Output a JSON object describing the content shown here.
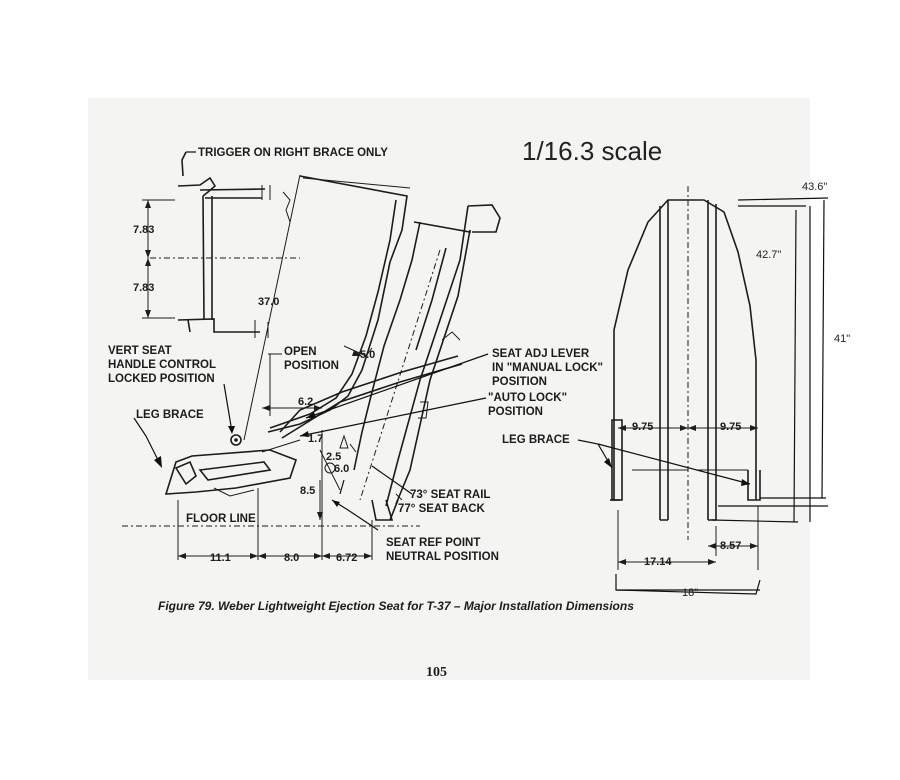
{
  "scale_note": "1/16.3 scale",
  "side_view": {
    "labels": {
      "trigger": "TRIGGER ON RIGHT BRACE ONLY",
      "vert_seat_1": "VERT SEAT",
      "vert_seat_2": "HANDLE CONTROL",
      "vert_seat_3": "LOCKED POSITION",
      "leg_brace": "LEG BRACE",
      "open_1": "OPEN",
      "open_2": "POSITION",
      "floor_line": "FLOOR LINE",
      "seat_adj_1": "SEAT ADJ LEVER",
      "seat_adj_2": "IN \"MANUAL LOCK\"",
      "seat_adj_3": "POSITION",
      "auto_lock_1": "\"AUTO LOCK\"",
      "auto_lock_2": "POSITION",
      "seat_rail": "73° SEAT RAIL",
      "seat_back": "77° SEAT BACK",
      "seat_ref_1": "SEAT REF POINT",
      "seat_ref_2": "NEUTRAL POSITION"
    },
    "dimensions": {
      "d_783_top": "7.83",
      "d_783_bottom": "7.83",
      "d_370": "37.0",
      "d_50": "5.0",
      "d_62": "6.2",
      "d_17": "1.7",
      "d_25": "2.5",
      "d_60": "6.0",
      "d_85": "8.5",
      "d_111": "11.1",
      "d_80": "8.0",
      "d_672": "6.72"
    }
  },
  "front_view": {
    "labels": {
      "leg_brace": "LEG BRACE"
    },
    "dimensions": {
      "d_975_left": "9.75",
      "d_975_right": "9.75",
      "d_857": "8.57",
      "d_1714": "17.14"
    },
    "annotations": {
      "a_436": "43.6\"",
      "a_427": "42.7\"",
      "a_41": "41\"",
      "a_18": "18\""
    }
  },
  "caption": "Figure 79.  Weber Lightweight Ejection Seat for T-37 – Major Installation Dimensions",
  "page_number": "105"
}
